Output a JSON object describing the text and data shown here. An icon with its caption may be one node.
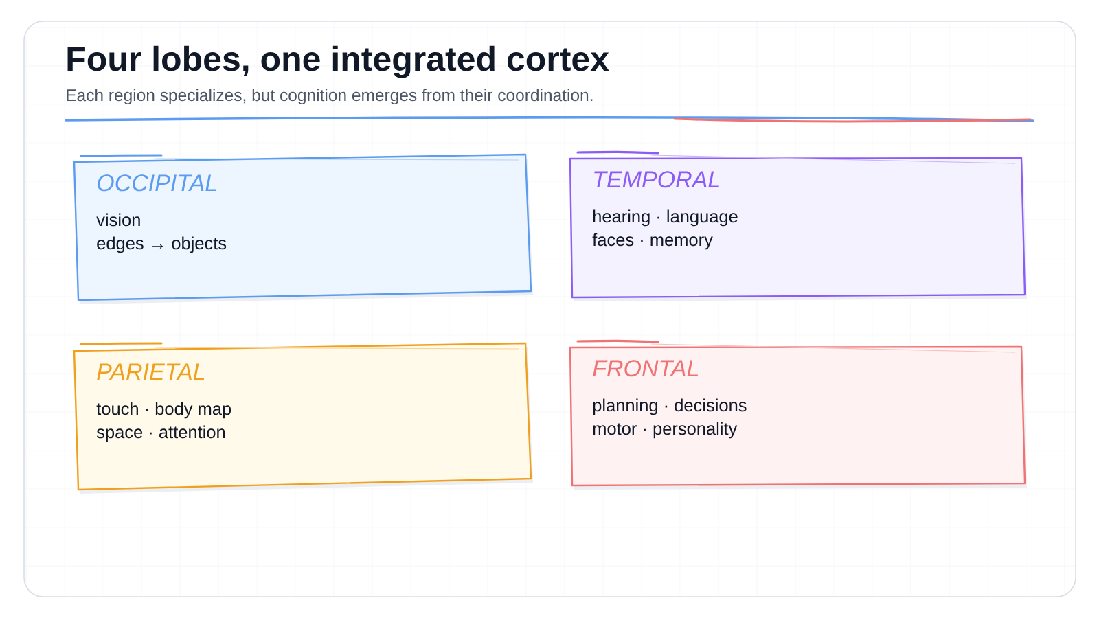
{
  "diagram": {
    "title": "Four lobes, one integrated cortex",
    "nodes": [
      {
        "text": [
          "OCCIPITAL",
          "vision",
          "edges → objects"
        ]
      },
      {
        "text": [
          "TEMPORAL",
          "hearing · language",
          "faces · memory"
        ]
      },
      {
        "text": [
          "PARIETAL",
          "touch · body map",
          "space · attention"
        ]
      },
      {
        "text": [
          "FRONTAL",
          "planning · decisions",
          "motor · personality"
        ]
      }
    ],
    "labels": [
      "Each region specializes, but cognition emerges from their coordination."
    ]
  }
}
